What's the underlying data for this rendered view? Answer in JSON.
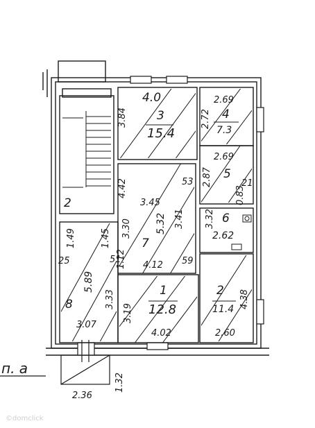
{
  "title": "п. а",
  "watermark": "©domclick",
  "rooms": [
    {
      "id": "1",
      "number": "1",
      "area": "12.8",
      "dims": [
        "3.19",
        "4.02"
      ]
    },
    {
      "id": "2",
      "number": "2",
      "area": "11.4",
      "dims": [
        "4.38",
        "2.60"
      ]
    },
    {
      "id": "3",
      "number": "3",
      "area": "15.4",
      "dims": [
        "4.0",
        "3.84"
      ]
    },
    {
      "id": "4",
      "number": "4",
      "area": "7.3",
      "dims": [
        "2.69",
        "2.72"
      ]
    },
    {
      "id": "5",
      "number": "5",
      "area": "",
      "dims": [
        "2.69",
        "2.87"
      ]
    },
    {
      "id": "6",
      "number": "6",
      "area": "2.62",
      "dims": [
        "3.32",
        "0.83"
      ]
    },
    {
      "id": "7",
      "number": "7",
      "area": "5.32",
      "dims": [
        "3.45",
        "3.41",
        "3.30",
        "4.12",
        "4.42",
        "1.12"
      ]
    },
    {
      "id": "8",
      "number": "8",
      "area": "5.89",
      "dims": [
        "1.49",
        "1.45",
        "3.33",
        "3.07"
      ]
    },
    {
      "id": "stair",
      "number": "2",
      "area": "",
      "dims": []
    }
  ],
  "misc_labels": [
    "53",
    "25",
    "51",
    "59",
    "21",
    "1.32",
    "2.36"
  ]
}
